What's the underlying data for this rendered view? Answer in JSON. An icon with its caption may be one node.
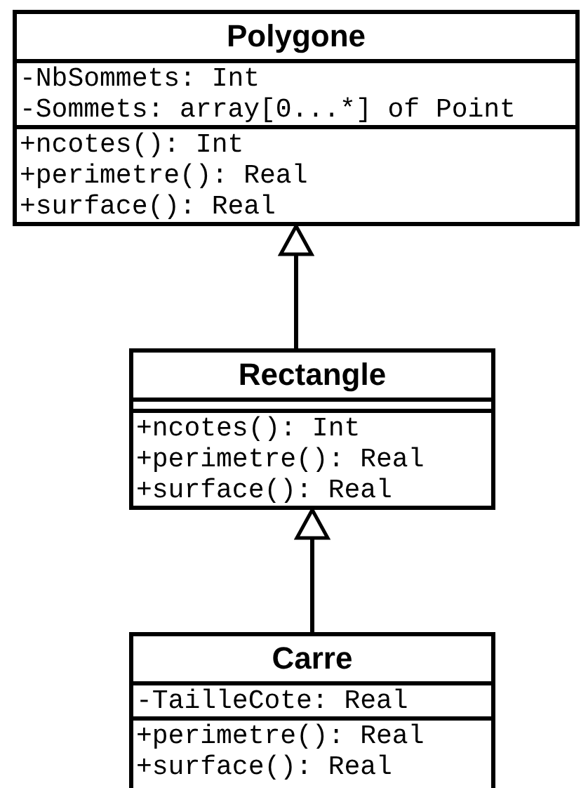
{
  "diagram": {
    "nodes": [
      {
        "text": [
          "Polygone"
        ]
      },
      {
        "text": [
          "-NbSommets: Int",
          "-Sommets: array[0...*] of Point"
        ],
        "in": 0
      },
      {
        "text": [
          "+ncotes(): Int",
          "+perimetre(): Real",
          "+surface(): Real"
        ],
        "in": 0
      },
      {
        "text": [
          "Rectangle"
        ]
      },
      {
        "text": [],
        "shape": "box",
        "in": 3
      },
      {
        "text": [
          "+ncotes(): Int",
          "+perimetre(): Real",
          "+surface(): Real"
        ],
        "in": 3
      },
      {
        "text": [
          "Carre"
        ]
      },
      {
        "text": [
          "-TailleCote: Real"
        ],
        "in": 6
      },
      {
        "text": [
          "+perimetre(): Real",
          "+surface(): Real"
        ],
        "in": 6
      }
    ],
    "edges": [
      {
        "from": 3,
        "to": 0,
        "arrow": "to"
      },
      {
        "from": 6,
        "to": 3,
        "arrow": "to"
      }
    ]
  }
}
